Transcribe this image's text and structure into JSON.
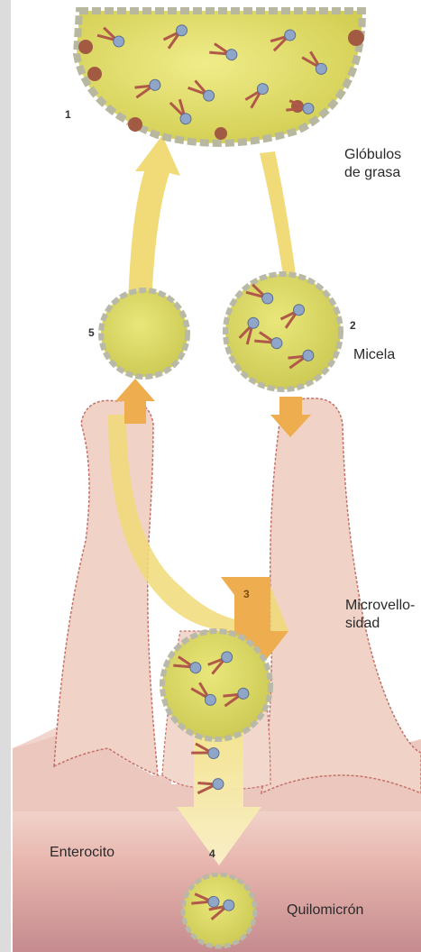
{
  "labels": {
    "fat_globules": [
      "Glóbulos",
      "de grasa"
    ],
    "micelle": "Micela",
    "microvillus": [
      "Microvello-",
      "sidad"
    ],
    "enterocyte": "Enterocito",
    "chylomicron": "Quilomicrón"
  },
  "steps": [
    "1",
    "2",
    "3",
    "4",
    "5"
  ],
  "colors": {
    "left_bar": "#dcdcdc",
    "fat_yellow": "#d8d65a",
    "arrow_yellow": "#f1da78",
    "arrow_orange": "#eead4e",
    "villus_pink": "#f0d2c6",
    "villus_outline": "#c4706a",
    "tissue_base": "#c58b8f",
    "molecule_red": "#b0594a",
    "head_blue": "#8fa6c8"
  }
}
